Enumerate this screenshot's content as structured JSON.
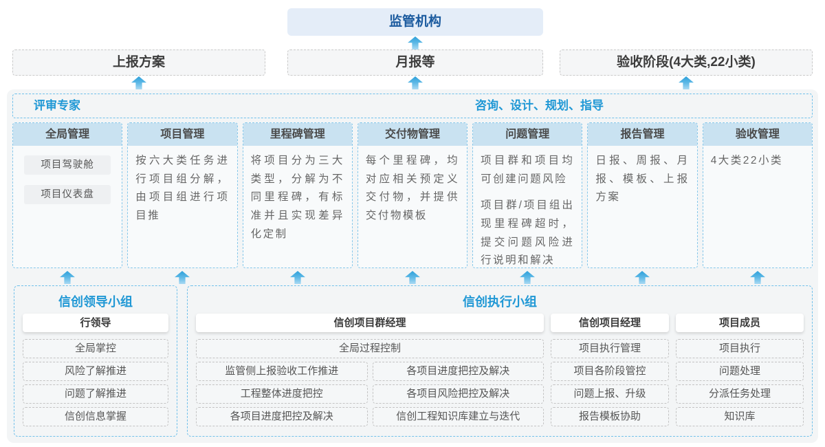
{
  "accent_colors": {
    "title_blue": "#2098d5",
    "regulator_blue": "#1a5a9e",
    "regulator_bg": "#e4edf8",
    "column_header_bg": "#c9e2f1",
    "dashed_blue_border": "#6fc0ea",
    "arrow_blue": "#2da0da",
    "container_bg": "#f3f5f6"
  },
  "top": {
    "regulator_label": "监管机构",
    "report_boxes": [
      "上报方案",
      "月报等",
      "验收阶段(4大类,22小类)"
    ]
  },
  "expert_bar": {
    "left_label": "评审专家",
    "right_label": "咨询、设计、规划、指导"
  },
  "columns": [
    {
      "title": "全局管理",
      "pills": [
        "项目驾驶舱",
        "项目仪表盘"
      ]
    },
    {
      "title": "项目管理",
      "paragraphs": [
        "按六大类任务进行项目组分解，由项目组进行项目推"
      ]
    },
    {
      "title": "里程碑管理",
      "paragraphs": [
        "将项目分为三大类型，分解为不同里程碑，有标准并且实现差异化定制"
      ]
    },
    {
      "title": "交付物管理",
      "paragraphs": [
        "每个里程碑，均对应相关预定义交付物，并提供交付物模板"
      ]
    },
    {
      "title": "问题管理",
      "paragraphs": [
        "项目群和项目均可创建问题风险",
        "项目群/项目组出现里程碑超时，提交问题风险进行说明和解决"
      ]
    },
    {
      "title": "报告管理",
      "paragraphs": [
        "日报、周报、月报、模板、上报方案"
      ]
    },
    {
      "title": "验收管理",
      "paragraphs": [
        "4大类22小类"
      ]
    }
  ],
  "leader_group": {
    "title": "信创领导小组",
    "role": "行领导",
    "items": [
      "全局掌控",
      "风险了解推进",
      "问题了解推进",
      "信创信息掌握"
    ]
  },
  "exec_group": {
    "title": "信创执行小组",
    "program_manager": {
      "role": "信创项目群经理",
      "full_item": "全局过程控制",
      "left_items": [
        "监管侧上报验收工作推进",
        "工程整体进度把控",
        "各项目进度把控及解决"
      ],
      "right_items": [
        "各项目进度把控及解决",
        "各项目风险把控及解决",
        "信创工程知识库建立与迭代"
      ]
    },
    "project_manager": {
      "role": "信创项目经理",
      "items": [
        "项目执行管理",
        "项目各阶段管控",
        "问题上报、升级",
        "报告模板协助"
      ]
    },
    "member": {
      "role": "项目成员",
      "items": [
        "项目执行",
        "问题处理",
        "分派任务处理",
        "知识库"
      ]
    }
  }
}
